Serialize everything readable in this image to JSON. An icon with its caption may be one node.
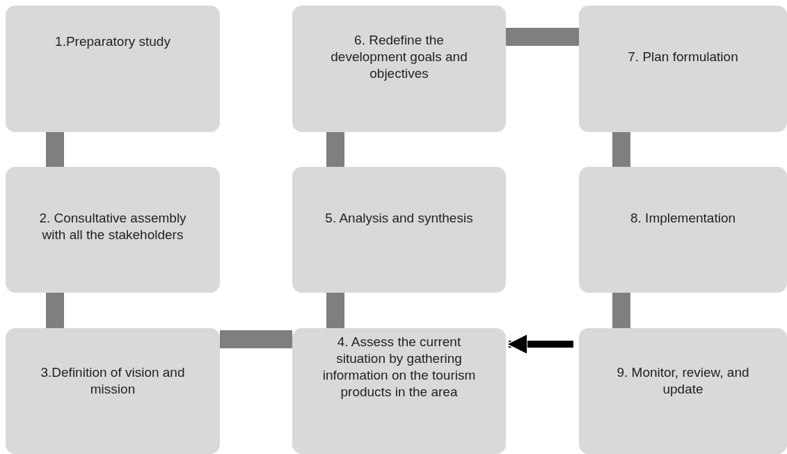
{
  "diagram": {
    "nodes": [
      {
        "text": [
          "1.Preparatory study"
        ]
      },
      {
        "text": [
          "2. Consultative assembly with all the stakeholders"
        ]
      },
      {
        "text": [
          "3.Definition of vision and mission"
        ]
      },
      {
        "text": [
          "4. Assess the current situation by gathering information on the tourism products in the area"
        ]
      },
      {
        "text": [
          "5. Analysis and synthesis"
        ]
      },
      {
        "text": [
          "6. Redefine the development goals and objectives"
        ]
      },
      {
        "text": [
          "7. Plan formulation"
        ]
      },
      {
        "text": [
          "8. Implementation"
        ]
      },
      {
        "text": [
          "9. Monitor, review, and update"
        ]
      }
    ],
    "edges": [
      {
        "from": 0,
        "to": 1,
        "arrow": "none"
      },
      {
        "from": 1,
        "to": 2,
        "arrow": "none"
      },
      {
        "from": 2,
        "to": 3,
        "arrow": "none"
      },
      {
        "from": 3,
        "to": 4,
        "arrow": "none"
      },
      {
        "from": 4,
        "to": 5,
        "arrow": "none"
      },
      {
        "from": 5,
        "to": 6,
        "arrow": "none"
      },
      {
        "from": 6,
        "to": 7,
        "arrow": "none"
      },
      {
        "from": 7,
        "to": 8,
        "arrow": "none"
      },
      {
        "from": 8,
        "to": 3,
        "arrow": "to",
        "color": "#000000"
      }
    ]
  }
}
